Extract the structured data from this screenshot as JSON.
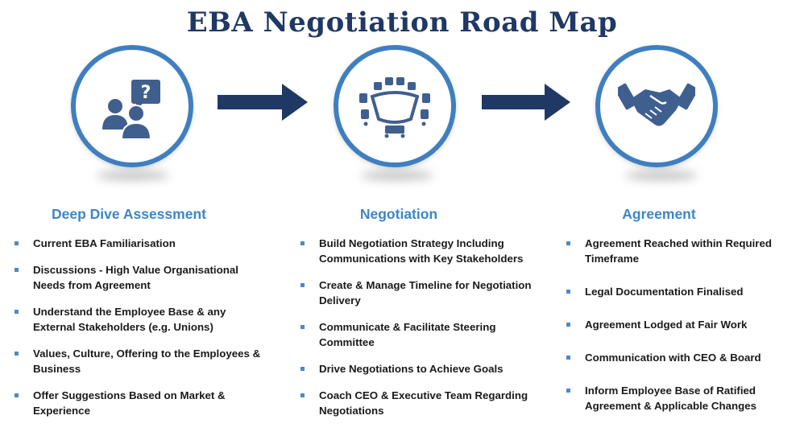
{
  "title": "EBA Negotiation Road Map",
  "colors": {
    "title": "#1f3864",
    "ring": "#3f7fc0",
    "heading": "#3d86c6",
    "arrow": "#1f3864",
    "icon": "#3f5f8f"
  },
  "stages": [
    {
      "heading": "Deep Dive Assessment",
      "icon": "people-question-icon",
      "items": [
        "Current EBA Familiarisation",
        "Discussions - High Value Organisational Needs from Agreement",
        "Understand the Employee Base & any External Stakeholders (e.g. Unions)",
        "Values, Culture, Offering to the Employees & Business",
        "Offer Suggestions Based on Market & Experience"
      ]
    },
    {
      "heading": "Negotiation",
      "icon": "conference-table-icon",
      "items": [
        "Build Negotiation Strategy Including Communications with Key Stakeholders",
        "Create & Manage Timeline for Negotiation Delivery",
        "Communicate & Facilitate Steering Committee",
        "Drive Negotiations to Achieve Goals",
        "Coach CEO & Executive Team Regarding Negotiations"
      ]
    },
    {
      "heading": "Agreement",
      "icon": "handshake-icon",
      "items": [
        "Agreement Reached within Required Timeframe",
        "Legal Documentation Finalised",
        "Agreement Lodged at Fair Work",
        "Communication with CEO & Board",
        "Inform Employee Base of Ratified Agreement & Applicable Changes"
      ]
    }
  ]
}
